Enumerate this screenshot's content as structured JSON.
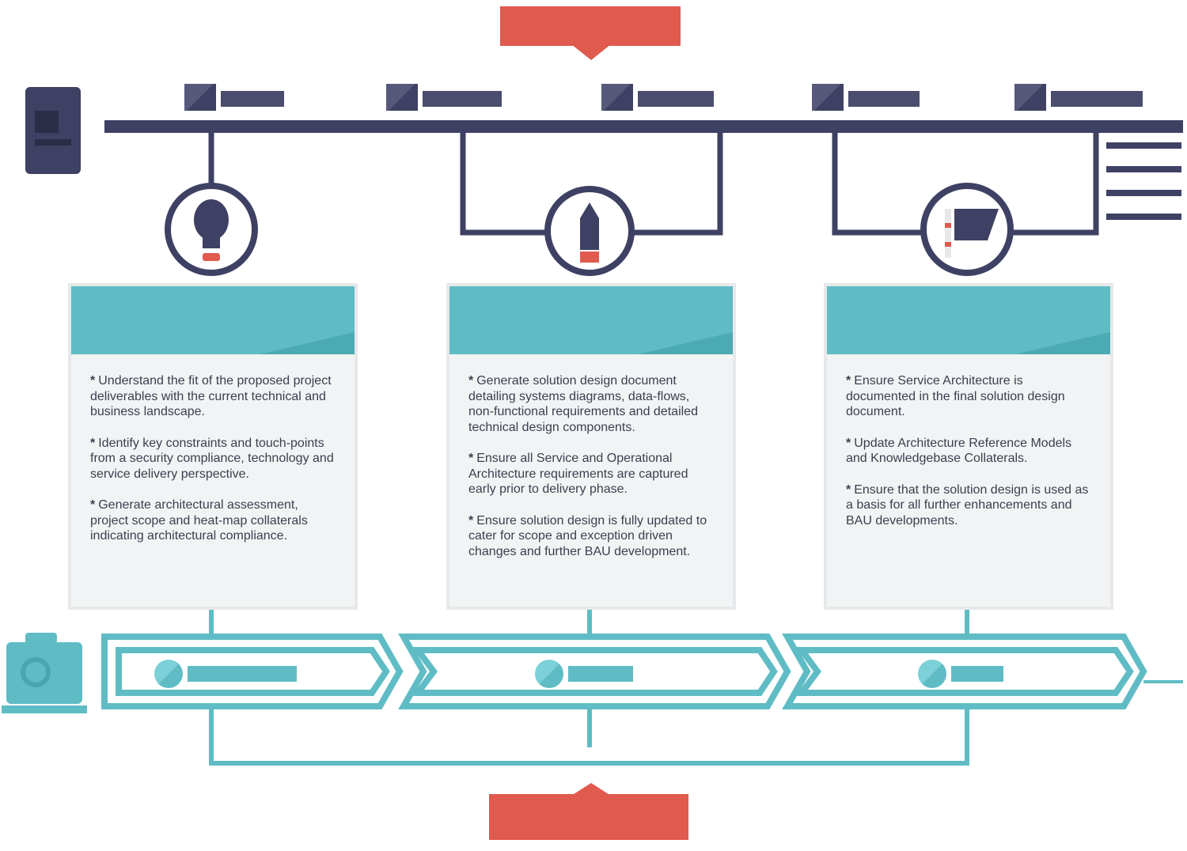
{
  "colors": {
    "navy": "#3e4163",
    "teal": "#5fbcc4",
    "red": "#e05a4e",
    "card_bg": "#f2f3f4",
    "text": "#3c3e4f"
  },
  "header_tab": {
    "label": "",
    "icon": "arrow-down-icon"
  },
  "footer_tab": {
    "label": "",
    "icon": "arrow-up-icon"
  },
  "top_side_icon": "document-icon",
  "bottom_side_icon": "briefcase-icon",
  "top_labels": [
    "",
    "",
    "",
    "",
    ""
  ],
  "phases": [
    {
      "icon": "lightbulb-icon",
      "title": "",
      "bullets": [
        "Understand the fit of the proposed project deliverables with the current technical and business landscape.",
        "Identify key constraints and touch-points from a security compliance, technology and service delivery perspective.",
        "Generate architectural assessment, project scope and heat-map collaterals indicating architectural compliance."
      ]
    },
    {
      "icon": "pencil-icon",
      "title": "",
      "bullets": [
        "Generate  solution design document detailing systems diagrams, data-flows, non-functional requirements and detailed technical design components.",
        "Ensure all Service and Operational Architecture requirements are captured early prior to delivery phase.",
        "Ensure solution design is fully updated to cater for scope and exception driven changes and further BAU development."
      ]
    },
    {
      "icon": "flag-icon",
      "title": "",
      "bullets": [
        "Ensure Service Architecture is documented in the final solution design document.",
        "Update Architecture Reference Models and Knowledgebase Collaterals.",
        "Ensure that the solution design is used as a basis for all further enhancements and BAU developments."
      ]
    }
  ],
  "stages": [
    "",
    "",
    ""
  ]
}
